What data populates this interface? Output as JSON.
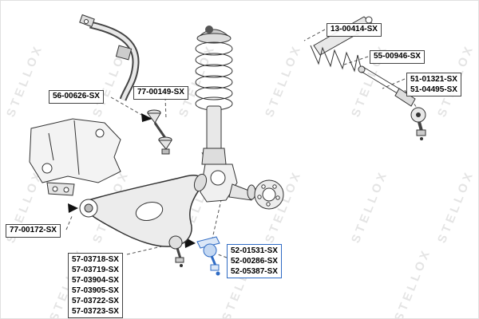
{
  "watermark": {
    "text": "STELLOX"
  },
  "colors": {
    "highlight": "#2f6bc4",
    "line": "#333333",
    "watermark": "#d9d9d9"
  },
  "labels": {
    "rack": "13-00414-SX",
    "boot": "55-00946-SX",
    "tie_rod_axial": "51-01321-SX",
    "tie_rod_end": "51-04495-SX",
    "stab_bushing": "56-00626-SX",
    "stab_link": "77-00149-SX",
    "arm_bushing": "77-00172-SX",
    "arm_list": [
      "57-03718-SX",
      "57-03719-SX",
      "57-03904-SX",
      "57-03905-SX",
      "57-03722-SX",
      "57-03723-SX"
    ],
    "ball_joint_highlight": "52-01531-SX",
    "ball_joint_2": "52-00286-SX",
    "ball_joint_3": "52-05387-SX"
  }
}
